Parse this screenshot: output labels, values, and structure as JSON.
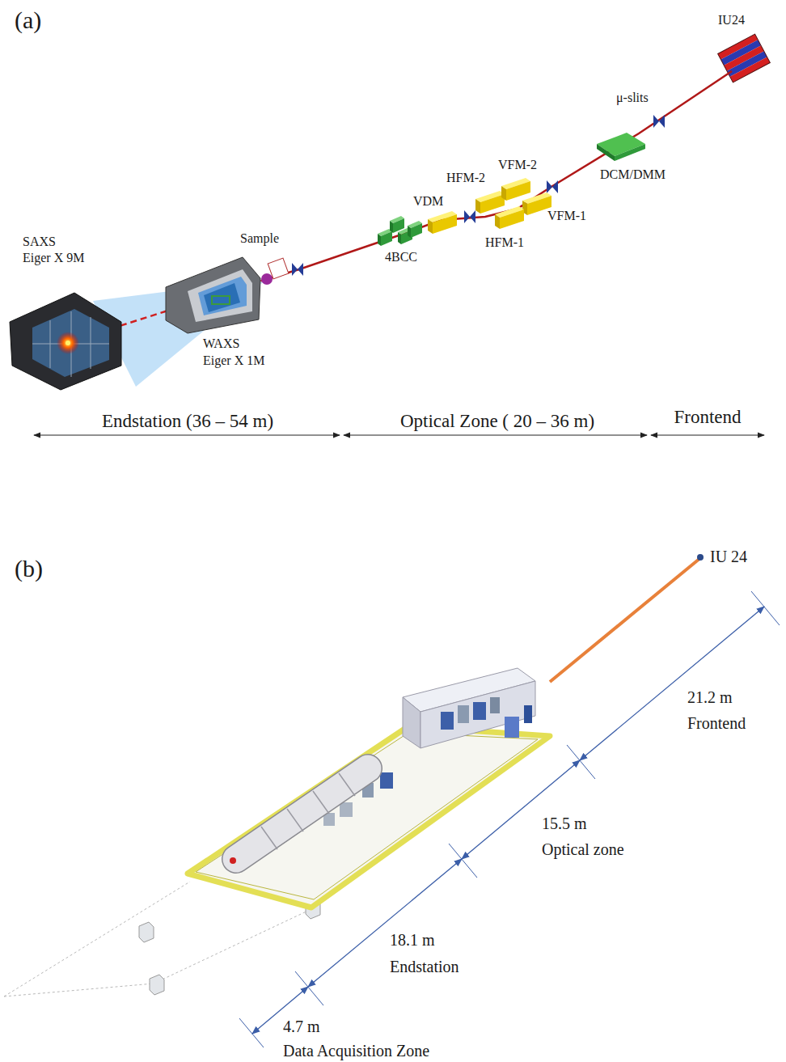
{
  "diagram": {
    "labels": [
      "(a)",
      "IU24",
      "μ-slits",
      "DCM/DMM",
      "VFM-2",
      "HFM-2",
      "VDM",
      "VFM-1",
      "HFM-1",
      "4BCC",
      "Sample",
      "SAXS",
      "Eiger X 9M",
      "WAXS",
      "Eiger X 1M",
      "Endstation (36 – 54 m)",
      "Optical Zone ( 20 – 36 m)",
      "Frontend",
      "(b)",
      "IU 24",
      "21.2 m",
      "Frontend",
      "15.5 m",
      "Optical zone",
      "18.1 m",
      "Endstation",
      "4.7 m",
      "Data Acquisition Zone"
    ]
  }
}
